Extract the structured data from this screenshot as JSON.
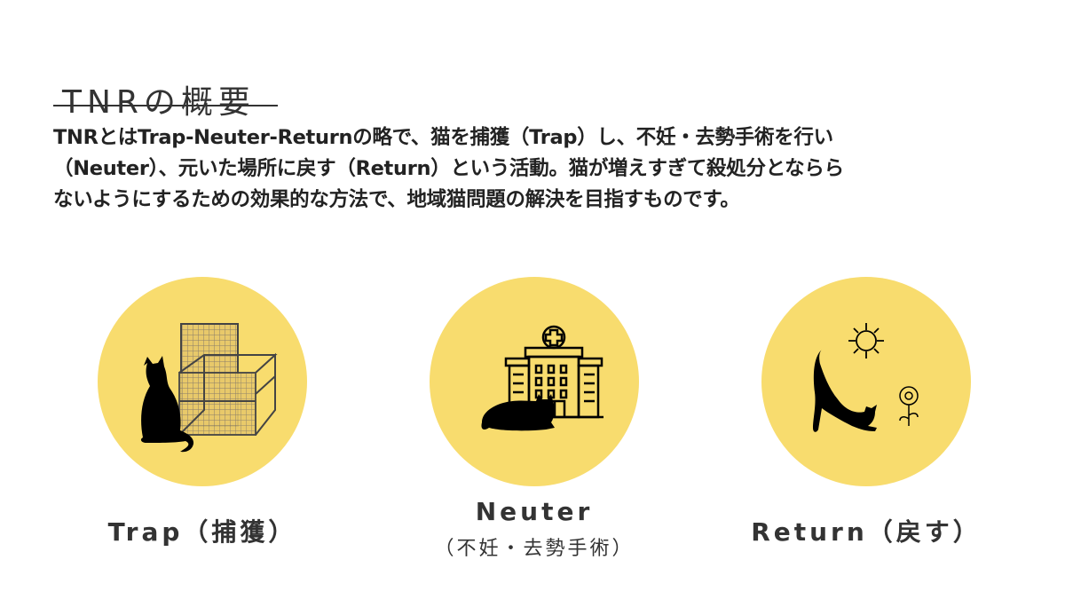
{
  "title": "TNRの概要",
  "description": [
    "TNRとはTrap-Neuter-Returnの略で、猫を捕獲（Trap）し、不妊・去勢手術を行い",
    "（Neuter）、元いた場所に戻す（Return）という活動。猫が増えすぎて殺処分とならら",
    "ないようにするための効果的な方法で、地域猫問題の解決を目指すものです。"
  ],
  "steps": [
    {
      "label": "Trap（捕獲）",
      "icon": "cat-trap-cage-icon"
    },
    {
      "label": "Neuter",
      "sublabel": "（不妊・去勢手術）",
      "icon": "cat-hospital-icon"
    },
    {
      "label": "Return（戻す）",
      "icon": "cat-sun-flower-icon"
    }
  ],
  "colors": {
    "circle": "#f8dc6e",
    "text": "#2b2b2b"
  }
}
